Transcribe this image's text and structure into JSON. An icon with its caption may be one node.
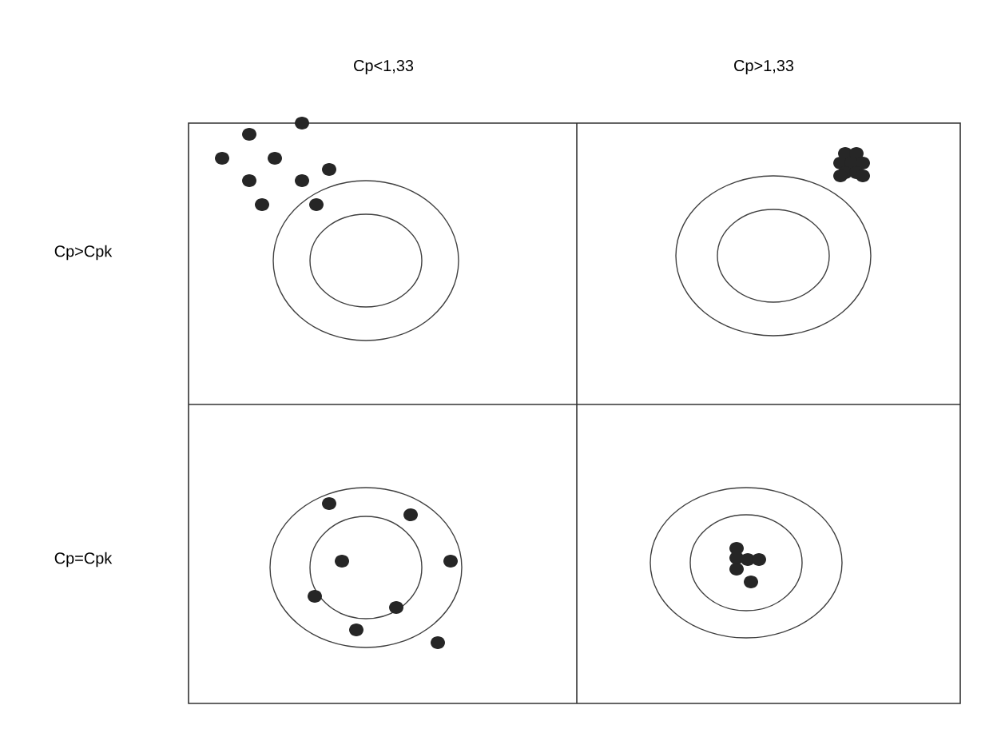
{
  "diagram": {
    "labels": [
      "Cp<1,33",
      "Cp>1,33",
      "Cp>Cpk",
      "Cp=Cpk"
    ]
  }
}
